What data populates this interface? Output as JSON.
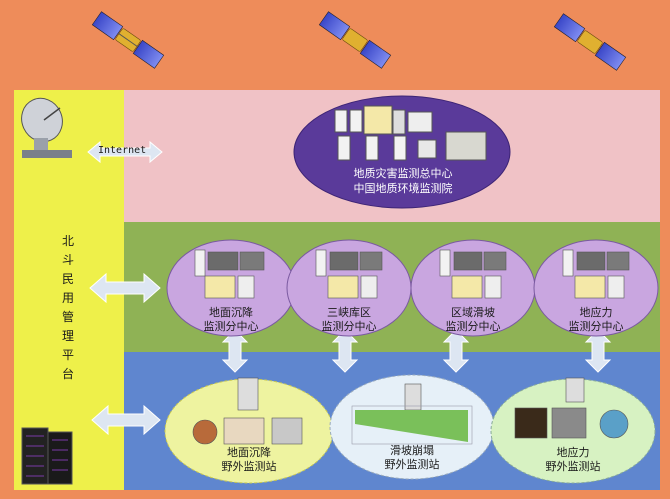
{
  "diagram": {
    "title": "北斗地质灾害监测系统架构",
    "internet_label": "Internet",
    "platform_label": "北斗民用管理平台",
    "center": {
      "line1": "地质灾害监测总中心",
      "line2": "中国地质环境监测院"
    },
    "sub_centers": [
      {
        "line1": "地面沉降",
        "line2": "监测分中心"
      },
      {
        "line1": "三峡库区",
        "line2": "监测分中心"
      },
      {
        "line1": "区域滑坡",
        "line2": "监测分中心"
      },
      {
        "line1": "地应力",
        "line2": "监测分中心"
      }
    ],
    "field_stations": [
      {
        "line1": "地面沉降",
        "line2": "野外监测站"
      },
      {
        "line1": "滑坡崩塌",
        "line2": "野外监测站"
      },
      {
        "line1": "地应力",
        "line2": "野外监测站"
      }
    ],
    "colors": {
      "background": "#ee8c5a",
      "top_band": "#f0c2c6",
      "middle_band": "#8fb255",
      "bottom_band": "#5f86cf",
      "platform_bar": "#eef04a",
      "center_ellipse": "#5a3a9a",
      "sub_ellipse": "#c9a6e0",
      "station_ellipse": "#eef3a0"
    }
  }
}
